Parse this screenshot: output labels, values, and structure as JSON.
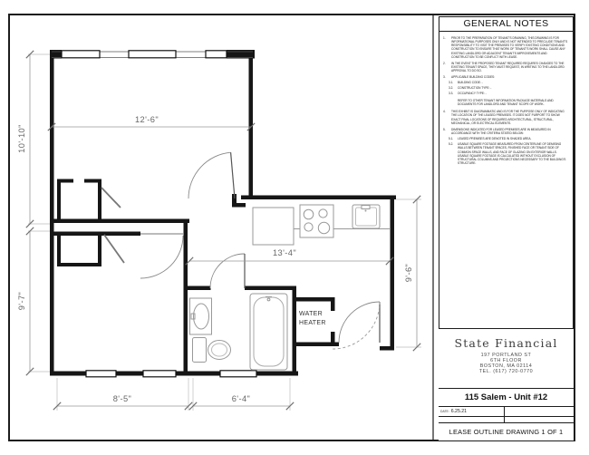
{
  "notes": {
    "title": "GENERAL NOTES",
    "items": [
      {
        "num": "1.",
        "text": "PRIOR TO THE PREPARATION OF TENANT'S DRAWING, THIS DRAWING IS FOR INFORMATIONAL PURPOSES ONLY AND IS NOT INTENDED TO PRECLUDE TENANT'S RESPONSIBILITY TO VISIT THE PREMISES TO VERIFY EXISTING CONDITIONS AND CONSTRUCTION TO ENSURE THAT WORK OF TENANT'S WORK SHALL CAUSE ANY EXISTING LANDLORD OR ADJACENT TENANT'S IMPROVEMENTS AND CONSTRUCTION TO BE CONFLICT WITH LEASE."
      },
      {
        "num": "2.",
        "text": "IN THE EVENT THE PROPOSED TENANT REQUIRED REQUIRES CHANGES TO THE EXISTING TENANT SPACE, THEY MUST REQUEST, IN WRITING TO THE LANDLORD APPROVAL TO DO SO."
      },
      {
        "num": "3.",
        "text": "APPLICABLE BUILDING CODES:"
      },
      {
        "num": "3.1.",
        "text": "BUILDING CODE:  -"
      },
      {
        "num": "3.2.",
        "text": "CONSTRUCTION TYPE:  -"
      },
      {
        "num": "3.3.",
        "text": "OCCUPANCY TYPE:  -"
      },
      {
        "num": "",
        "text": "REFER TO OTHER TENANT INFORMATION PACKAGE MATERIALS AND DOCUMENTS FOR LANDLORD AND TENANT SCOPE OF WORK."
      },
      {
        "num": "4.",
        "text": "THIS EXHIBIT IS DIAGRAMMATIC AND IS FOR THE PURPOSE ONLY OF INDICATING THE LOCATION OF THE LEASED PREMISES. IT DOES NOT PURPORT TO SHOW EXACT FINAL LOCATIONS OF REQUIRED ARCHITECTURAL, STRUCTURAL, MECHANICAL, OR ELECTRICAL ELEMENTS."
      },
      {
        "num": "5.",
        "text": "DIMENSIONS INDICATED FOR LEASED PREMISES ARE IN MEASURED IN ACCORDANCE WITH THE CRITERIA STATED BELOW:"
      },
      {
        "num": "5.1.",
        "text": "LEASED PREMISES ARE DENOTED IN SHADED AREA."
      },
      {
        "num": "5.2.",
        "text": "USABLE SQUARE FOOTAGE MEASURED FROM CENTERLINE OF DEMISING WALLS BETWEEN TENANT SPACES, FINISHED FACE OR TENANT SIDE OF COMMON SPACE WALLS, AND FACE OF GLAZING ON EXTERIOR WALLS. USABLE SQUARE FOOTAGE IS CALCULATED WITHOUT EXCLUSION OF STRUCTURAL COLUMNS AND PROJECTIONS NECESSARY TO THE BUILDING'S STRUCTURE."
      }
    ]
  },
  "title_block": {
    "company": "State Financial",
    "address_line1": "197 PORTLAND ST",
    "address_line2": "6TH FLOOR",
    "address_line3": "BOSTON, MA 02114",
    "address_line4": "TEL. (617) 720-0770",
    "project": "115 Salem - Unit #12",
    "date_label": "DATE:",
    "date_value": "6.25.21",
    "sheet_title": "LEASE OUTLINE DRAWING 1 OF 1"
  },
  "plan": {
    "dim_top": "12'-6\"",
    "dim_left_upper": "10'-10\"",
    "dim_left_lower": "9'-7\"",
    "dim_mid": "13'-4\"",
    "dim_right": "9'-6\"",
    "dim_bottom_left": "8'-5\"",
    "dim_bottom_mid": "6'-4\"",
    "water_heater_line1": "WATER",
    "water_heater_line2": "HEATER"
  }
}
